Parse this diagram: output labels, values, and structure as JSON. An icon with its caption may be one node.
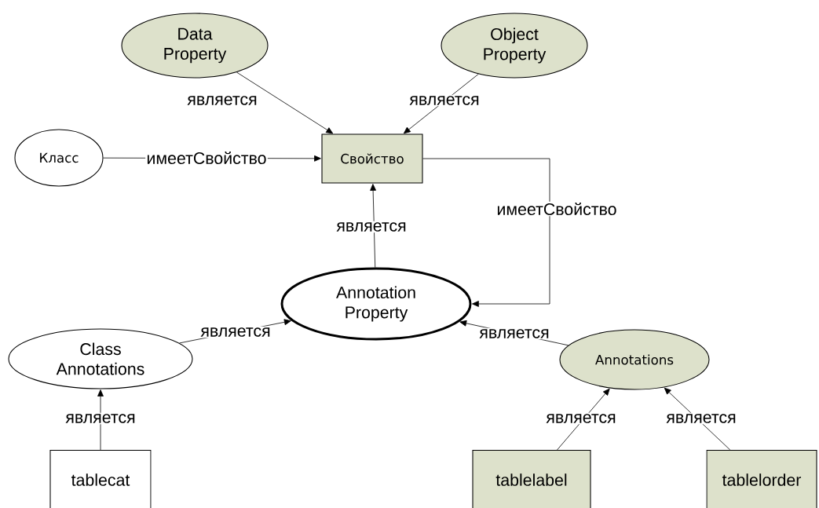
{
  "diagram": {
    "nodes": [
      {
        "text": [
          "Data Property"
        ]
      },
      {
        "text": [
          "Object Property"
        ]
      },
      {
        "text": [
          "Класс"
        ]
      },
      {
        "text": [
          "Свойство"
        ]
      },
      {
        "text": [
          "Annotation Property"
        ]
      },
      {
        "text": [
          "Class Annotations"
        ]
      },
      {
        "text": [
          "Annotations"
        ]
      },
      {
        "text": [
          "tablecat"
        ]
      },
      {
        "text": [
          "tablelabel"
        ]
      },
      {
        "text": [
          "tablelorder"
        ]
      }
    ],
    "edges": [
      {
        "from": 0,
        "to": 3,
        "arrow": "to",
        "label": "является"
      },
      {
        "from": 1,
        "to": 3,
        "arrow": "to",
        "label": "является"
      },
      {
        "from": 2,
        "to": 3,
        "arrow": "to",
        "label": "имеетСвойство"
      },
      {
        "from": 4,
        "to": 3,
        "arrow": "to",
        "label": "является"
      },
      {
        "from": 3,
        "to": 4,
        "arrow": "to",
        "label": "имеетСвойство"
      },
      {
        "from": 5,
        "to": 4,
        "arrow": "to",
        "label": "является"
      },
      {
        "from": 6,
        "to": 4,
        "arrow": "to",
        "label": "является"
      },
      {
        "from": 7,
        "to": 5,
        "arrow": "to",
        "label": "является"
      },
      {
        "from": 8,
        "to": 6,
        "arrow": "to",
        "label": "является"
      },
      {
        "from": 9,
        "to": 6,
        "arrow": "to",
        "label": "является"
      }
    ]
  }
}
